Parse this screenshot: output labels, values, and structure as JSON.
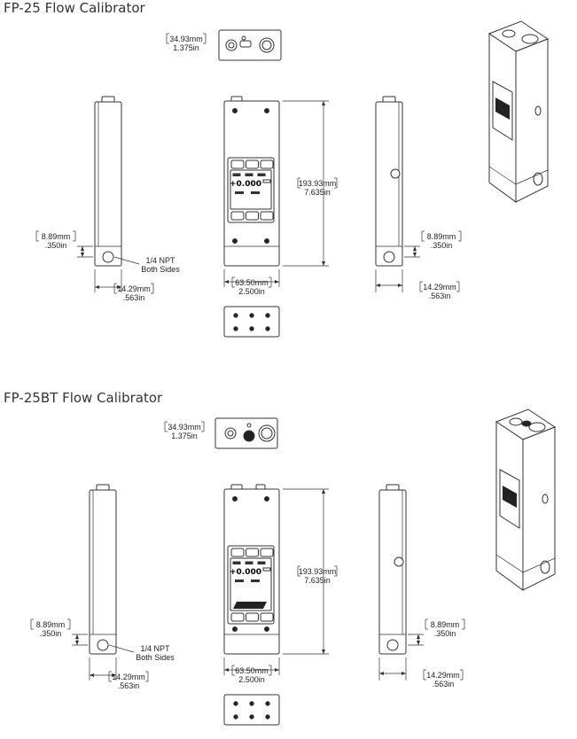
{
  "sections": [
    {
      "title": "FP-25 Flow Calibrator",
      "top_dims": [
        "34.93mm",
        "1.375in"
      ],
      "height_dims": [
        "193.93mm",
        "7.635in"
      ],
      "width_dims": [
        "63.50mm",
        "2.500in"
      ],
      "left_offset_dims": [
        "8.89mm",
        ".350in"
      ],
      "left_port_dims": [
        "14.29mm",
        ".563in"
      ],
      "right_offset_dims": [
        "8.89mm",
        ".350in"
      ],
      "right_port_dims": [
        "14.29mm",
        ".563in"
      ],
      "npt_note": [
        "1/4 NPT",
        "Both Sides"
      ],
      "lcd_reading": "+0.000"
    },
    {
      "title": "FP-25BT Flow Calibrator",
      "top_dims": [
        "34.93mm",
        "1.375in"
      ],
      "height_dims": [
        "193.93mm",
        "7.635in"
      ],
      "width_dims": [
        "63.50mm",
        "2.500in"
      ],
      "left_offset_dims": [
        "8.89mm",
        ".350in"
      ],
      "left_port_dims": [
        "14.29mm",
        ".563in"
      ],
      "right_offset_dims": [
        "8.89mm",
        ".350in"
      ],
      "right_port_dims": [
        "14.29mm",
        ".563in"
      ],
      "npt_note": [
        "1/4 NPT",
        "Both Sides"
      ],
      "lcd_reading": "+0.000"
    }
  ]
}
